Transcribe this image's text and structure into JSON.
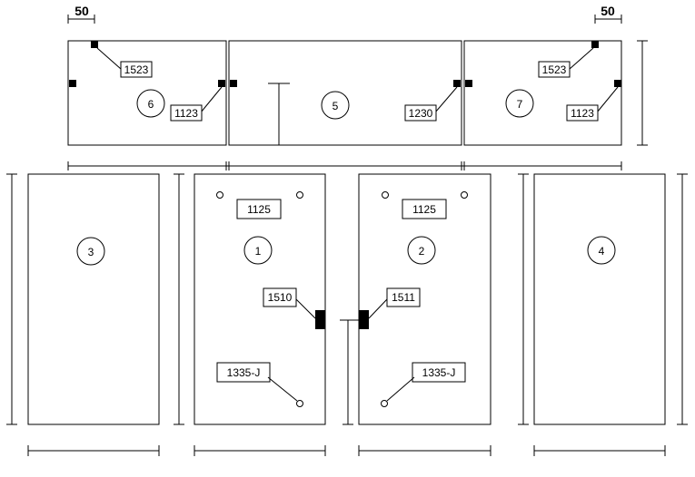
{
  "dimensions": {
    "left": "50",
    "right": "50"
  },
  "panels": {
    "p6": "6",
    "p5": "5",
    "p7": "7",
    "p3": "3",
    "p1": "1",
    "p2": "2",
    "p4": "4"
  },
  "codes": {
    "p6_top": "1523",
    "p6_side": "1123",
    "p5_side": "1230",
    "p7_top": "1523",
    "p7_side": "1123",
    "p1_top": "1125",
    "p2_top": "1125",
    "p1_handle": "1510",
    "p2_handle": "1511",
    "p1_hinge": "1335-J",
    "p2_hinge": "1335-J"
  }
}
